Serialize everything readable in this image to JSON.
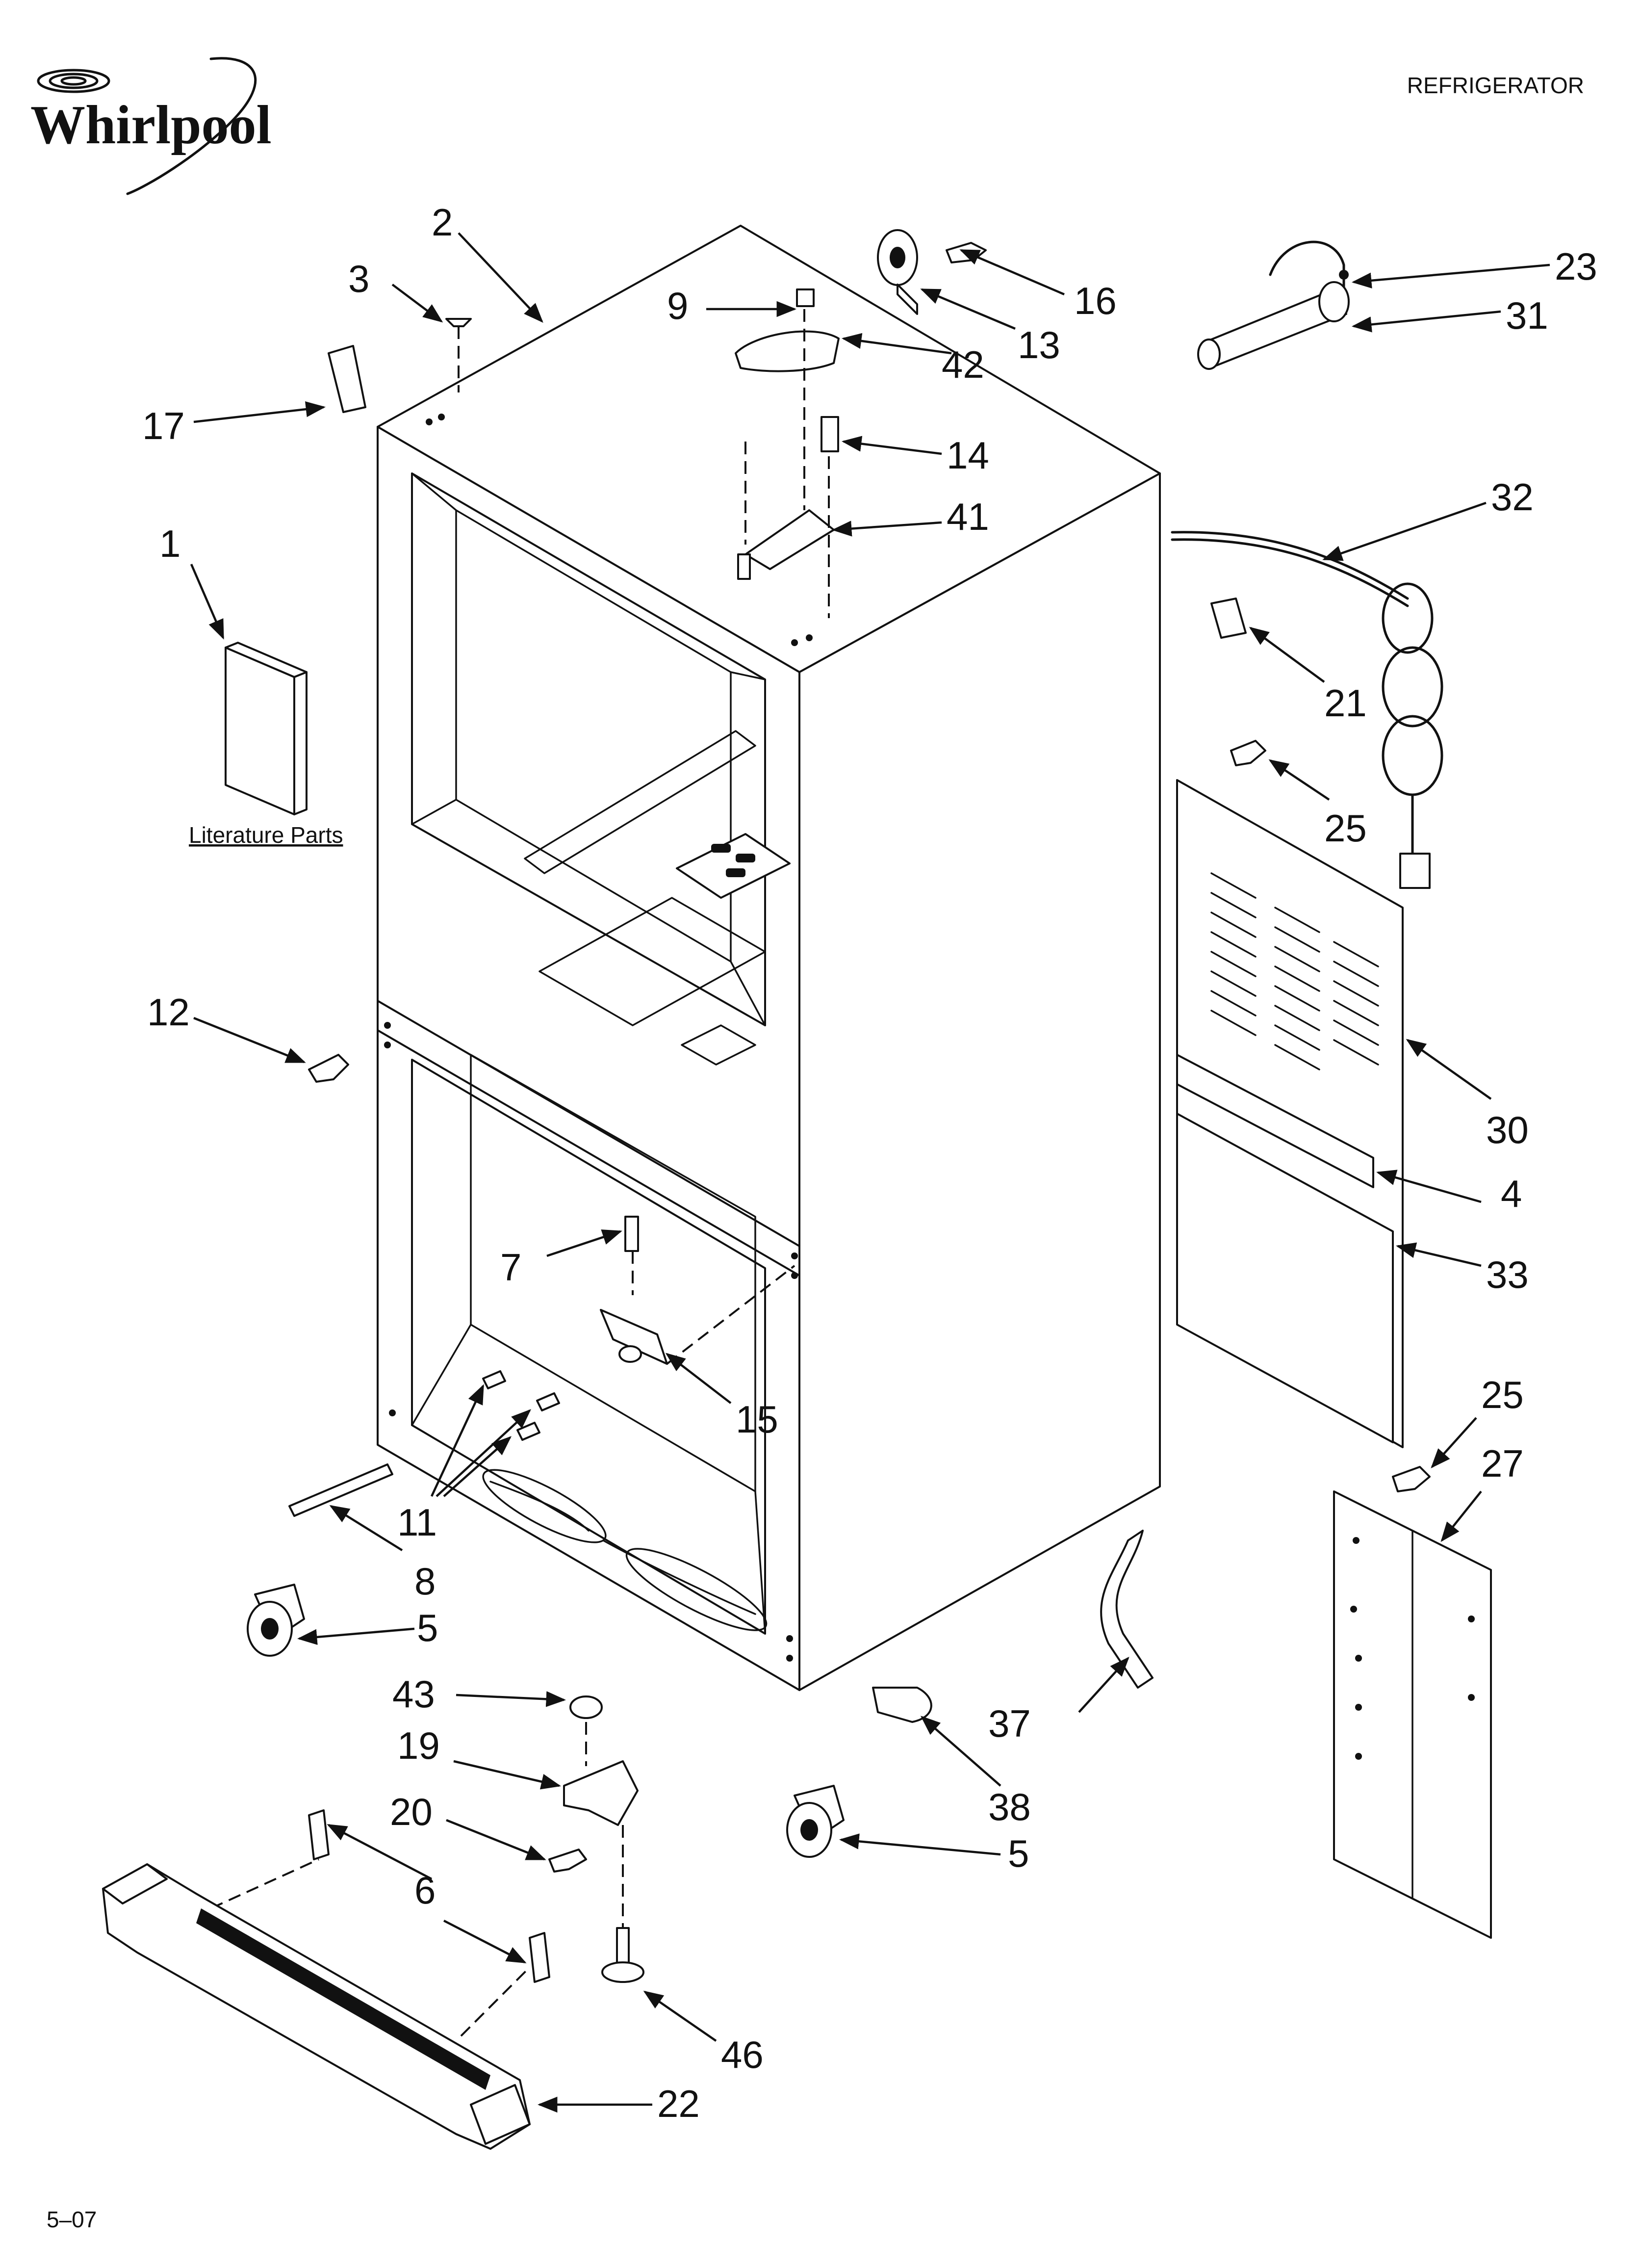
{
  "header": {
    "brand": "Whirlpool",
    "product": "REFRIGERATOR"
  },
  "footer": {
    "date_code": "5–07"
  },
  "literature_label": "Literature Parts",
  "callouts": [
    "1",
    "2",
    "3",
    "4",
    "5",
    "5",
    "6",
    "7",
    "8",
    "9",
    "11",
    "12",
    "13",
    "14",
    "15",
    "16",
    "17",
    "19",
    "20",
    "21",
    "22",
    "23",
    "25",
    "25",
    "27",
    "30",
    "31",
    "32",
    "33",
    "37",
    "38",
    "41",
    "42",
    "43",
    "46"
  ],
  "colors": {
    "ink": "#111111",
    "paper": "#ffffff"
  }
}
